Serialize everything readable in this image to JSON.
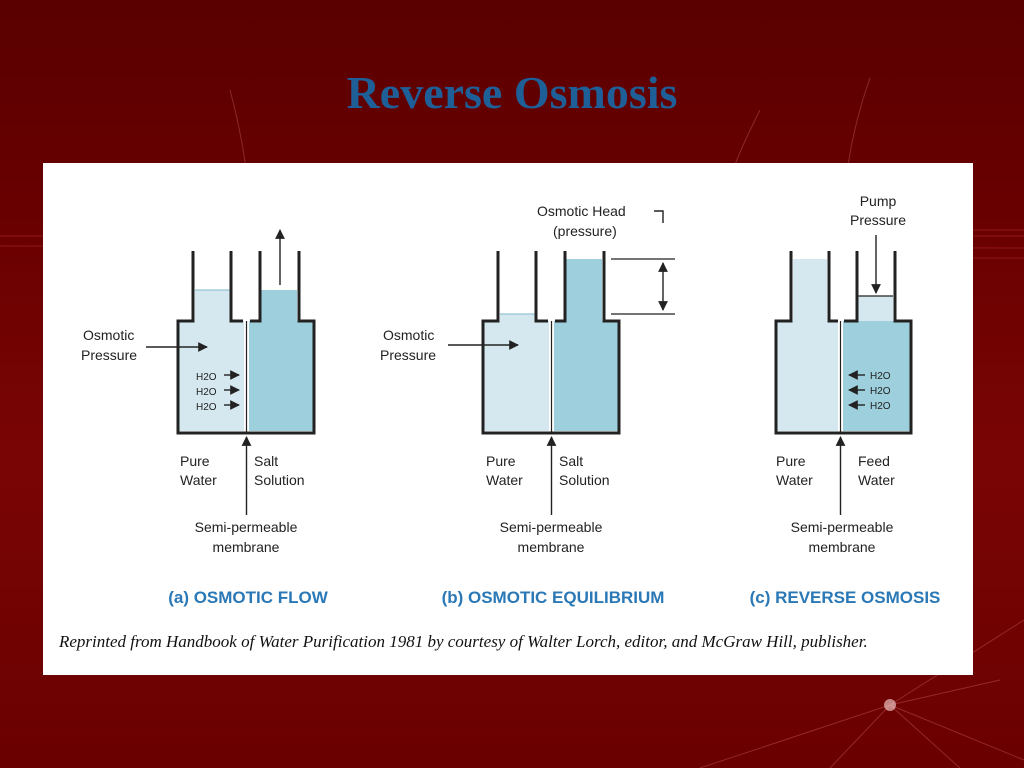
{
  "slide": {
    "title": "Reverse Osmosis"
  },
  "panels": [
    {
      "caption": "(a) OSMOTIC FLOW",
      "left_pressure_label": [
        "Osmotic",
        "Pressure"
      ],
      "left_side_label": [
        "Pure",
        "Water"
      ],
      "right_side_label": [
        "Salt",
        "Solution"
      ],
      "membrane_label": [
        "Semi-permeable",
        "membrane"
      ],
      "flow_labels": [
        "H2O",
        "H2O",
        "H2O"
      ]
    },
    {
      "caption": "(b) OSMOTIC EQUILIBRIUM",
      "left_pressure_label": [
        "Osmotic",
        "Pressure"
      ],
      "head_label": [
        "Osmotic Head",
        "(pressure)"
      ],
      "left_side_label": [
        "Pure",
        "Water"
      ],
      "right_side_label": [
        "Salt",
        "Solution"
      ],
      "membrane_label": [
        "Semi-permeable",
        "membrane"
      ]
    },
    {
      "caption": "(c) REVERSE OSMOSIS",
      "pump_label": [
        "Pump",
        "Pressure"
      ],
      "left_side_label": [
        "Pure",
        "Water"
      ],
      "right_side_label": [
        "Feed",
        "Water"
      ],
      "membrane_label": [
        "Semi-permeable",
        "membrane"
      ],
      "flow_labels": [
        "H2O",
        "H2O",
        "H2O"
      ]
    }
  ],
  "credit": "Reprinted from Handbook of Water Purification 1981 by courtesy of Walter Lorch, editor, and McGraw Hill, publisher.",
  "colors": {
    "background": "#6a0000",
    "title": "#1f5f98",
    "pure_water": "#d6e8ef",
    "salt_solution": "#9ecfdc",
    "caption": "#2a78b6"
  }
}
